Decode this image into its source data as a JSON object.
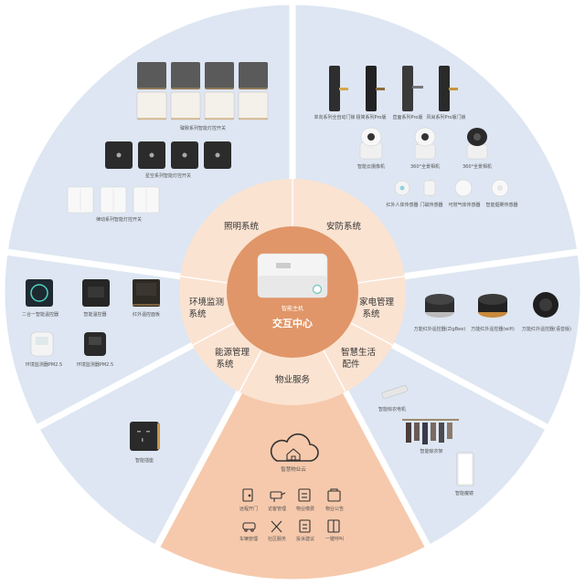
{
  "colors": {
    "sector": "#dde6f2",
    "sector_highlight": "#f6c9ac",
    "ring": "#fbe3d2",
    "core": "#e09668",
    "separator": "#ffffff"
  },
  "core": {
    "device_label": "智能主机",
    "title": "交互中心"
  },
  "ring": {
    "lighting": "照明系统",
    "security": "安防系统",
    "appliance": [
      "家电管理",
      "系统"
    ],
    "smart_life": [
      "智慧生活",
      "配件"
    ],
    "property": "物业服务",
    "energy": [
      "能源管理",
      "系统"
    ],
    "environment": [
      "环境监测",
      "系统"
    ]
  },
  "lighting_sector": {
    "row1_caption": "臻致系列智能灯控开关",
    "row2_caption": "星空系列智能灯控开关",
    "row3_caption": "律动系列智能灯控开关"
  },
  "security_sector": {
    "locks": [
      "单向系列全自动门锁",
      "极简系列Pro版",
      "直面系列Pro版",
      "风尚系列Pro版门锁"
    ],
    "cameras": [
      "智能云摄像机",
      "360°全景相机",
      "360°全景相机"
    ],
    "sensors": [
      "红外人体传感器",
      "门磁传感器",
      "可燃气体传感器",
      "智能烟雾传感器"
    ]
  },
  "appliance_sector": {
    "remotes": [
      "万能红外遥控器(ZigBee)",
      "万能红外遥控器(wifi)",
      "万能红外遥控器(语音版)"
    ]
  },
  "smart_life_sector": {
    "items": [
      "智能晾衣电机",
      "智能晾衣架",
      "智能魔镜"
    ]
  },
  "property_sector": {
    "cloud_label": "智慧物业云",
    "services": [
      "远程开门",
      "访客管理",
      "物业缴费",
      "物业公告",
      "车辆管理",
      "社区服务",
      "投诉建议",
      "一键呼叫"
    ]
  },
  "energy_sector": {
    "item": "智能插座"
  },
  "environment_sector": {
    "items": [
      "二合一智能温控器",
      "智能温控器",
      "红外温控面板",
      "环境监测器PM2.5",
      "环境监测器PM2.5"
    ]
  }
}
